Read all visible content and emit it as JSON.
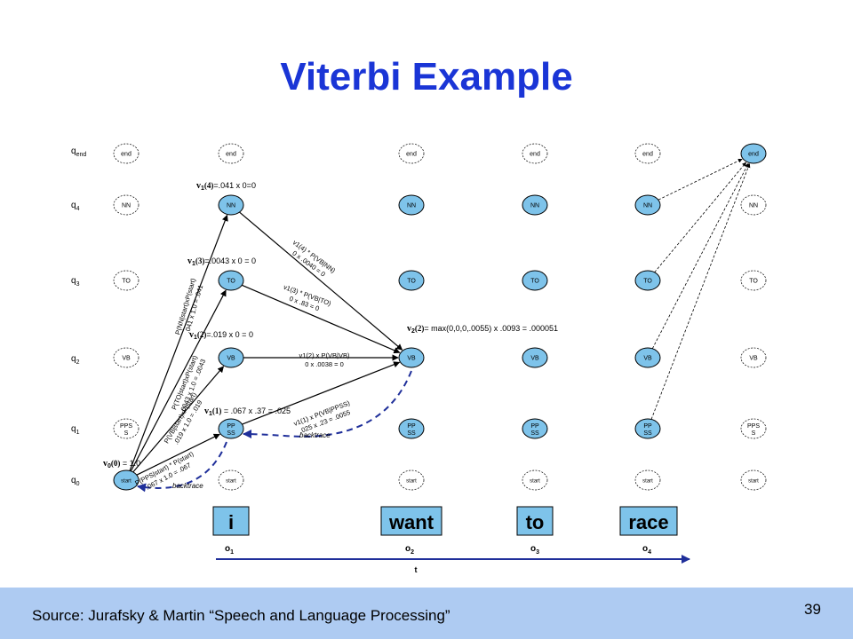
{
  "slide": {
    "title": "Viterbi Example",
    "page_number": "39"
  },
  "footer": {
    "source": "Source: Jurafsky & Martin “Speech and Language Processing”"
  },
  "colors": {
    "title": "#1a35d6",
    "footer_bg": "#aecbf2",
    "node_fill": "#7ec3ea",
    "arrow": "#000000",
    "backtrace": "#1f2f9a",
    "time_axis": "#1f2f9a"
  },
  "trellis": {
    "state_labels": [
      {
        "base": "q",
        "sub": "end"
      },
      {
        "base": "q",
        "sub": "4"
      },
      {
        "base": "q",
        "sub": "3"
      },
      {
        "base": "q",
        "sub": "2"
      },
      {
        "base": "q",
        "sub": "1"
      },
      {
        "base": "q",
        "sub": "0"
      }
    ],
    "nodes": [
      {
        "id": "end-0",
        "lines": [
          "end"
        ],
        "active": false
      },
      {
        "id": "nn-0",
        "lines": [
          "NN"
        ],
        "active": false
      },
      {
        "id": "to-0",
        "lines": [
          "TO"
        ],
        "active": false
      },
      {
        "id": "vb-0",
        "lines": [
          "VB"
        ],
        "active": false
      },
      {
        "id": "pps-0",
        "lines": [
          "PPS",
          "S"
        ],
        "active": false
      },
      {
        "id": "start-0",
        "lines": [
          "start"
        ],
        "active": true
      },
      {
        "id": "end-1",
        "lines": [
          "end"
        ],
        "active": false
      },
      {
        "id": "nn-1",
        "lines": [
          "NN"
        ],
        "active": true
      },
      {
        "id": "to-1",
        "lines": [
          "TO"
        ],
        "active": true
      },
      {
        "id": "vb-1",
        "lines": [
          "VB"
        ],
        "active": true
      },
      {
        "id": "ppss-1",
        "lines": [
          "PP",
          "SS"
        ],
        "active": true
      },
      {
        "id": "start-1",
        "lines": [
          "start"
        ],
        "active": false
      },
      {
        "id": "end-2",
        "lines": [
          "end"
        ],
        "active": false
      },
      {
        "id": "nn-2",
        "lines": [
          "NN"
        ],
        "active": true
      },
      {
        "id": "to-2",
        "lines": [
          "TO"
        ],
        "active": true
      },
      {
        "id": "vb-2",
        "lines": [
          "VB"
        ],
        "active": true
      },
      {
        "id": "ppss-2",
        "lines": [
          "PP",
          "SS"
        ],
        "active": true
      },
      {
        "id": "start-2",
        "lines": [
          "start"
        ],
        "active": false
      },
      {
        "id": "end-3",
        "lines": [
          "end"
        ],
        "active": false
      },
      {
        "id": "nn-3",
        "lines": [
          "NN"
        ],
        "active": true
      },
      {
        "id": "to-3",
        "lines": [
          "TO"
        ],
        "active": true
      },
      {
        "id": "vb-3",
        "lines": [
          "VB"
        ],
        "active": true
      },
      {
        "id": "ppss-3",
        "lines": [
          "PP",
          "SS"
        ],
        "active": true
      },
      {
        "id": "start-3",
        "lines": [
          "start"
        ],
        "active": false
      },
      {
        "id": "end-4",
        "lines": [
          "end"
        ],
        "active": false
      },
      {
        "id": "nn-4",
        "lines": [
          "NN"
        ],
        "active": true
      },
      {
        "id": "to-4",
        "lines": [
          "TO"
        ],
        "active": true
      },
      {
        "id": "vb-4",
        "lines": [
          "VB"
        ],
        "active": true
      },
      {
        "id": "ppss-4",
        "lines": [
          "PP",
          "SS"
        ],
        "active": true
      },
      {
        "id": "start-4",
        "lines": [
          "start"
        ],
        "active": false
      },
      {
        "id": "end-5",
        "lines": [
          "end"
        ],
        "active": true
      },
      {
        "id": "nn-5",
        "lines": [
          "NN"
        ],
        "active": false
      },
      {
        "id": "to-5",
        "lines": [
          "TO"
        ],
        "active": false
      },
      {
        "id": "vb-5",
        "lines": [
          "VB"
        ],
        "active": false
      },
      {
        "id": "pps-5",
        "lines": [
          "PPS",
          "S"
        ],
        "active": false
      },
      {
        "id": "start-5",
        "lines": [
          "start"
        ],
        "active": false
      }
    ],
    "edges": [
      {
        "from": "start-0",
        "to": "nn-1",
        "style": "solid"
      },
      {
        "from": "start-0",
        "to": "to-1",
        "style": "solid"
      },
      {
        "from": "start-0",
        "to": "vb-1",
        "style": "solid"
      },
      {
        "from": "start-0",
        "to": "ppss-1",
        "style": "solid"
      },
      {
        "from": "nn-1",
        "to": "vb-2",
        "style": "solid"
      },
      {
        "from": "to-1",
        "to": "vb-2",
        "style": "solid"
      },
      {
        "from": "vb-1",
        "to": "vb-2",
        "style": "solid"
      },
      {
        "from": "ppss-1",
        "to": "vb-2",
        "style": "solid"
      },
      {
        "from": "nn-4",
        "to": "end-5",
        "style": "dashed"
      },
      {
        "from": "to-4",
        "to": "end-5",
        "style": "dashed"
      },
      {
        "from": "vb-4",
        "to": "end-5",
        "style": "dashed"
      },
      {
        "from": "ppss-4",
        "to": "end-5",
        "style": "dashed"
      }
    ],
    "backtraces": [
      {
        "from": "vb-2",
        "to": "ppss-1",
        "label": "backtrace"
      },
      {
        "from": "ppss-1",
        "to": "start-0",
        "label": "backtrace"
      }
    ]
  },
  "annotations": {
    "v0": {
      "sym": "v",
      "sub": "0",
      "idx": "(0)",
      "text": " = 1.0"
    },
    "v1_4": {
      "sym": "v",
      "sub": "1",
      "idx": "(4)",
      "text": "=.041 x 0=0"
    },
    "v1_3": {
      "sym": "v",
      "sub": "1",
      "idx": "(3)",
      "text": "=.0043 x 0 = 0"
    },
    "v1_2": {
      "sym": "v",
      "sub": "1",
      "idx": "(2)",
      "text": "=.019 x 0 = 0"
    },
    "v1_1": {
      "sym": "v",
      "sub": "1",
      "idx": "(1)",
      "text": " = .067 x .37 = .025"
    },
    "v2_2": {
      "sym": "v",
      "sub": "2",
      "idx": "(2)",
      "text": "= max(0,0,0,.0055) x .0093 = .000051"
    }
  },
  "edge_labels": {
    "start_nn": [
      "P(NN|start)xP(start)",
      ".041 x 1.0 = .041"
    ],
    "start_to": [
      "P(TO|start)xP(start)",
      ".0043 x 1.0 = .0043"
    ],
    "start_vb": [
      "P(VB|start)xP(start)",
      ".019 x 1.0 = .019"
    ],
    "start_ppss": [
      "P(PPS|start) * P(start)",
      ".067 x 1.0 = .067"
    ],
    "nn_vb": [
      "v1(4) * P(VB|NN)",
      "0 x .0040 = 0"
    ],
    "to_vb": [
      "v1(3) * P(VB|TO)",
      "0 x .83 = 0"
    ],
    "vb_vb": [
      "v1(2) x P(VB|VB)",
      "0 x .0038 = 0"
    ],
    "ppss_vb": [
      "v1(1) x P(VB|PPSS)",
      ".025 x .23 = .0055"
    ]
  },
  "observations": [
    {
      "word": "i",
      "label": "o",
      "sub": "1"
    },
    {
      "word": "want",
      "label": "o",
      "sub": "2"
    },
    {
      "word": "to",
      "label": "o",
      "sub": "3"
    },
    {
      "word": "race",
      "label": "o",
      "sub": "4"
    }
  ],
  "time_axis": {
    "label": "t"
  }
}
